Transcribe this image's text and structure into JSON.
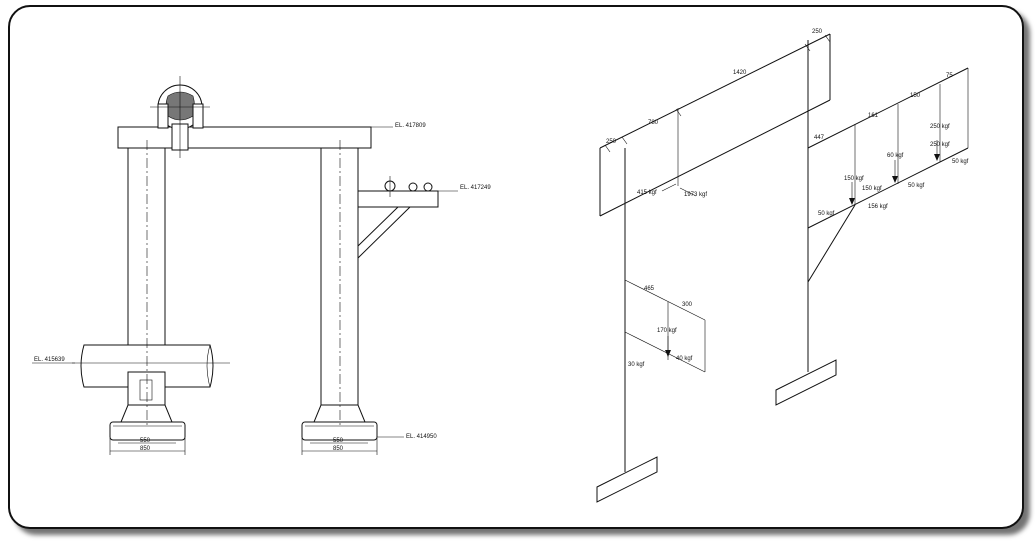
{
  "elevations": {
    "beam_top": "EL. 417809",
    "bracket": "EL. 417249",
    "pipe": "EL. 415639",
    "base": "EL. 414950"
  },
  "left_base": {
    "inner_dim": "550",
    "outer_dim": "850"
  },
  "right_base": {
    "inner_dim": "550",
    "outer_dim": "850"
  },
  "iso": {
    "dim_250_a": "250",
    "dim_780": "780",
    "dim_1420": "1420",
    "dim_250_b": "250",
    "dim_447": "447",
    "dim_161": "161",
    "dim_150_top": "150",
    "dim_75": "75",
    "dim_465": "465",
    "dim_300": "300",
    "load_415": "415 kgf",
    "load_1973": "1973 kgf",
    "load_50_right": "50 kgf",
    "load_250": "250 kgf",
    "load_150": "150 kgf",
    "load_50_mid": "50 kgf",
    "load_50_left": "50 kgf",
    "load_156": "156 kgf",
    "load_v150": "150 kgf",
    "load_v60": "60 kgf",
    "load_v250": "250 kgf",
    "load_170": "170 kgf",
    "load_30": "30 kgf",
    "load_40": "40 kgf"
  }
}
